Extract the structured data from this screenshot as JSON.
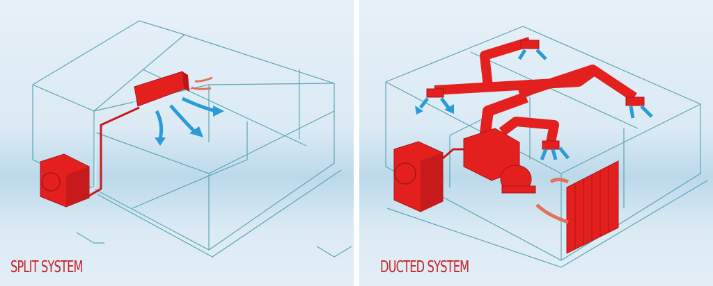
{
  "panels": [
    {
      "label": "SPLIT SYSTEM"
    },
    {
      "label": "DUCTED SYSTEM"
    }
  ],
  "colors": {
    "accent_red": "#e3201e",
    "label_red": "#c52228",
    "outline": "#5aa6b4",
    "airflow_blue": "#2a9bd6",
    "intake_orange": "#e0735a",
    "background": "#dbeaf4"
  },
  "icons": [
    "house-outline",
    "wall-split-unit",
    "outdoor-condenser-unit",
    "ductwork",
    "air-handler-unit",
    "return-air-grille",
    "airflow-arrow"
  ]
}
